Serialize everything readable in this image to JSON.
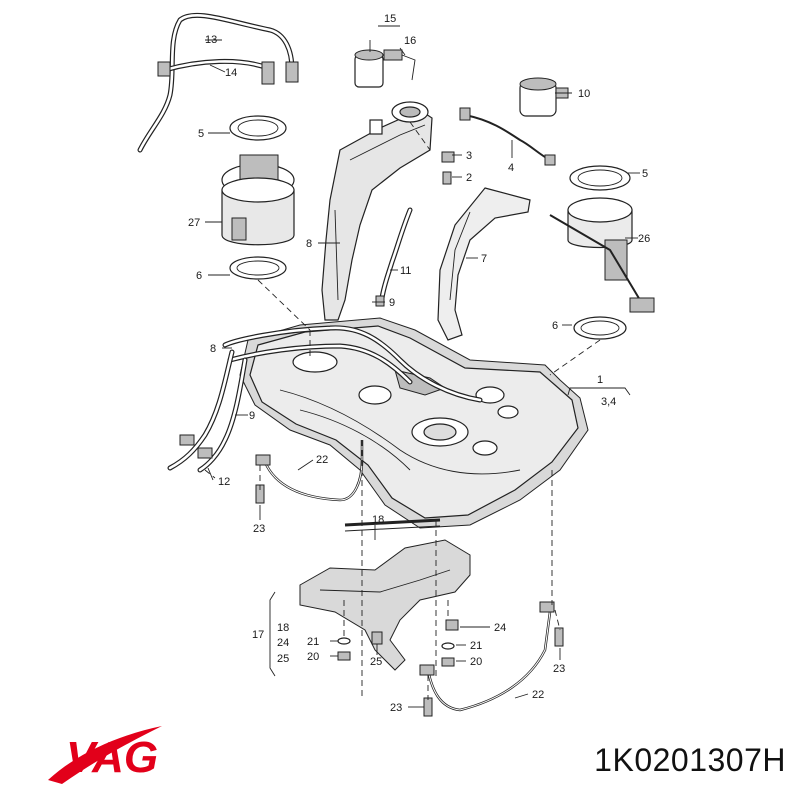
{
  "diagram": {
    "callouts": [
      {
        "id": "c15",
        "text": "15"
      },
      {
        "id": "c16",
        "text": "16"
      },
      {
        "id": "c13",
        "text": "13"
      },
      {
        "id": "c14",
        "text": "14"
      },
      {
        "id": "c10",
        "text": "10"
      },
      {
        "id": "c5a",
        "text": "5"
      },
      {
        "id": "c3",
        "text": "3"
      },
      {
        "id": "c2",
        "text": "2"
      },
      {
        "id": "c4",
        "text": "4"
      },
      {
        "id": "c5b",
        "text": "5"
      },
      {
        "id": "c27",
        "text": "27"
      },
      {
        "id": "c8a",
        "text": "8"
      },
      {
        "id": "c7",
        "text": "7"
      },
      {
        "id": "c26",
        "text": "26"
      },
      {
        "id": "c6a",
        "text": "6"
      },
      {
        "id": "c11",
        "text": "11"
      },
      {
        "id": "c9a",
        "text": "9"
      },
      {
        "id": "c6b",
        "text": "6"
      },
      {
        "id": "c8b",
        "text": "8"
      },
      {
        "id": "c1",
        "text": "1"
      },
      {
        "id": "c34",
        "text": "3,4"
      },
      {
        "id": "c9b",
        "text": "9"
      },
      {
        "id": "c22a",
        "text": "22"
      },
      {
        "id": "c12",
        "text": "12"
      },
      {
        "id": "c23a",
        "text": "23"
      },
      {
        "id": "c18a",
        "text": "18"
      },
      {
        "id": "c18b",
        "text": "18"
      },
      {
        "id": "c17",
        "text": "17"
      },
      {
        "id": "c24a",
        "text": "24"
      },
      {
        "id": "c25a",
        "text": "25"
      },
      {
        "id": "c21a",
        "text": "21"
      },
      {
        "id": "c20a",
        "text": "20"
      },
      {
        "id": "c25b",
        "text": "25"
      },
      {
        "id": "c24b",
        "text": "24"
      },
      {
        "id": "c21b",
        "text": "21"
      },
      {
        "id": "c20b",
        "text": "20"
      },
      {
        "id": "c23b",
        "text": "23"
      },
      {
        "id": "c22b",
        "text": "22"
      },
      {
        "id": "c23c",
        "text": "23"
      }
    ]
  },
  "brand": {
    "logo_text": "VAG",
    "accent": "#e2001a"
  },
  "part_number": "1K0201307H"
}
